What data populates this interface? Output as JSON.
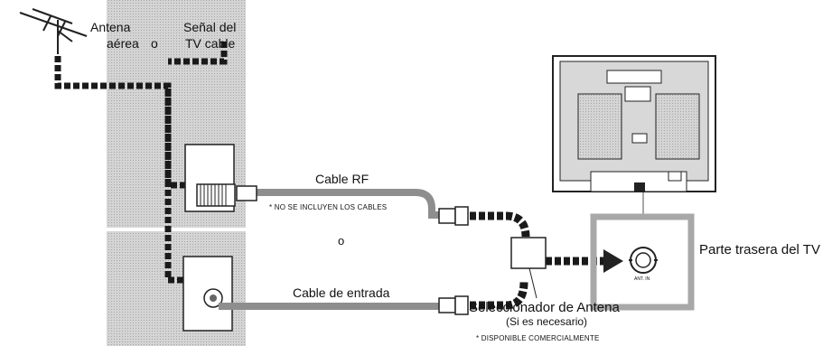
{
  "labels": {
    "antenna_line1": "Antena",
    "antenna_line2": "aérea",
    "or_top": "o",
    "cable_signal_line1": "Señal del",
    "cable_signal_line2": "TV cable",
    "rf_cable": "Cable RF",
    "cables_not_included": "* NO SE INCLUYEN LOS CABLES",
    "or_middle": "o",
    "input_cable": "Cable de entrada",
    "antenna_selector": "Seleccionador de Antena",
    "if_needed": "(Si es necesario)",
    "commercially_available": "* DISPONIBLE COMERCIALMENTE",
    "tv_rear": "Parte trasera del TV",
    "ant_in": "ANT. IN"
  },
  "colors": {
    "wall": "#c9c9c9",
    "cable": "#8e8e8e",
    "dashed_line": "#1a1a1a",
    "outline": "#222222",
    "tv_body": "#d8d8d8",
    "zoom_frame": "#a8a8a8"
  },
  "icons": [
    "antenna-icon",
    "wall-plate-threaded-icon",
    "wall-plate-coax-icon",
    "antenna-selector-icon",
    "tv-rear-icon",
    "ant-in-connector-icon"
  ]
}
